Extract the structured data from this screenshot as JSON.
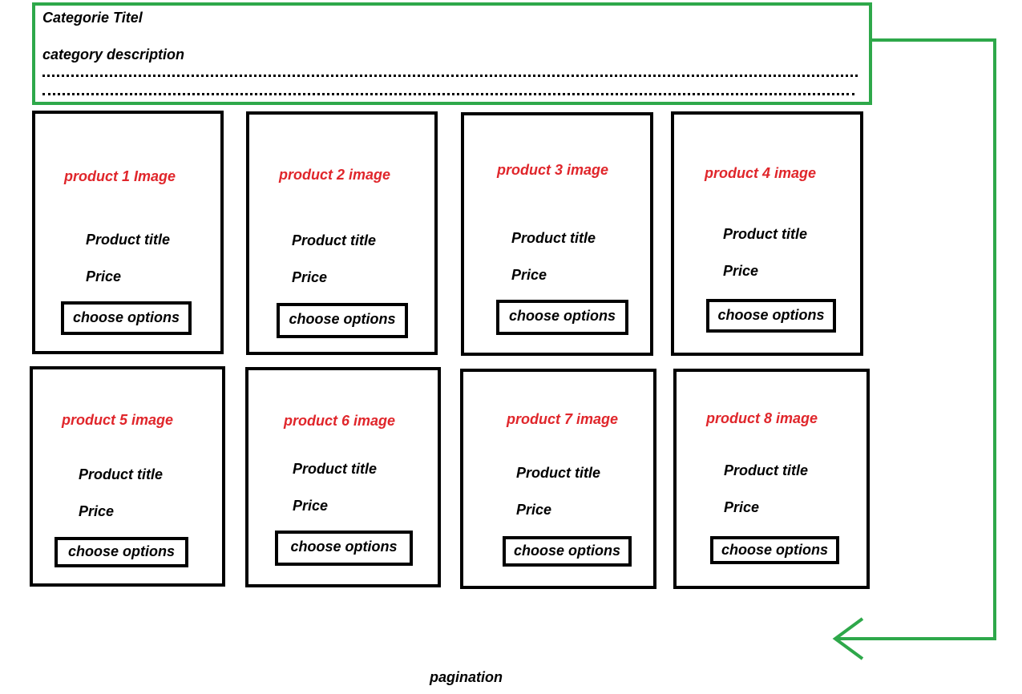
{
  "header": {
    "title": "Categorie Titel",
    "description": "category description"
  },
  "products": [
    {
      "image_label": "product 1 Image",
      "title": "Product title",
      "price": "Price",
      "button": "choose options"
    },
    {
      "image_label": "product 2 image",
      "title": "Product title",
      "price": "Price",
      "button": "choose options"
    },
    {
      "image_label": "product 3 image",
      "title": "Product title",
      "price": "Price",
      "button": "choose options"
    },
    {
      "image_label": "product 4 image",
      "title": "Product title",
      "price": "Price",
      "button": "choose options"
    },
    {
      "image_label": "product 5 image",
      "title": "Product title",
      "price": "Price",
      "button": "choose options"
    },
    {
      "image_label": "product 6 image",
      "title": "Product title",
      "price": "Price",
      "button": "choose options"
    },
    {
      "image_label": "product 7 image",
      "title": "Product title",
      "price": "Price",
      "button": "choose options"
    },
    {
      "image_label": "product 8 image",
      "title": "Product title",
      "price": "Price",
      "button": "choose options"
    }
  ],
  "pagination": "pagination",
  "colors": {
    "header_border": "#2ea84a",
    "arrow": "#2ea84a",
    "image_label": "#e0262b",
    "card_border": "#000000"
  }
}
